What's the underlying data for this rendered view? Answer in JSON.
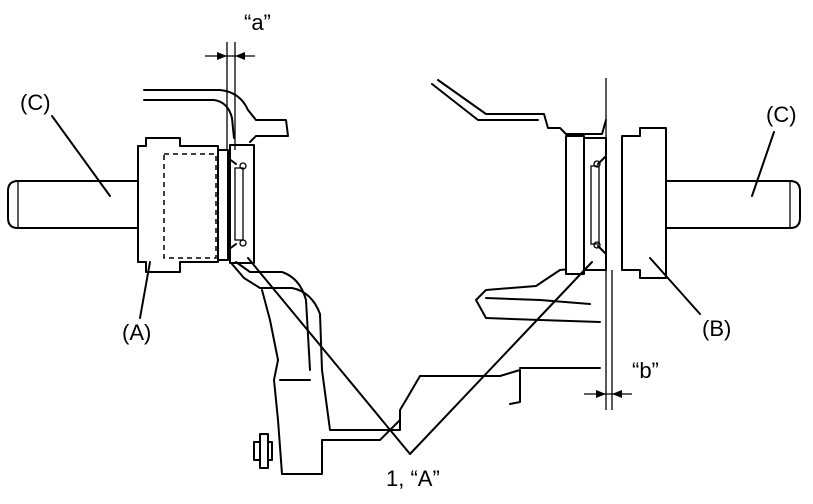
{
  "labels": {
    "dim_a": "“a”",
    "dim_b": "“b”",
    "tool_c_left": "(C)",
    "tool_c_right": "(C)",
    "tool_a": "(A)",
    "tool_b": "(B)",
    "part_callout": "1, “A”"
  },
  "colors": {
    "line": "#000000",
    "background": "#ffffff"
  }
}
